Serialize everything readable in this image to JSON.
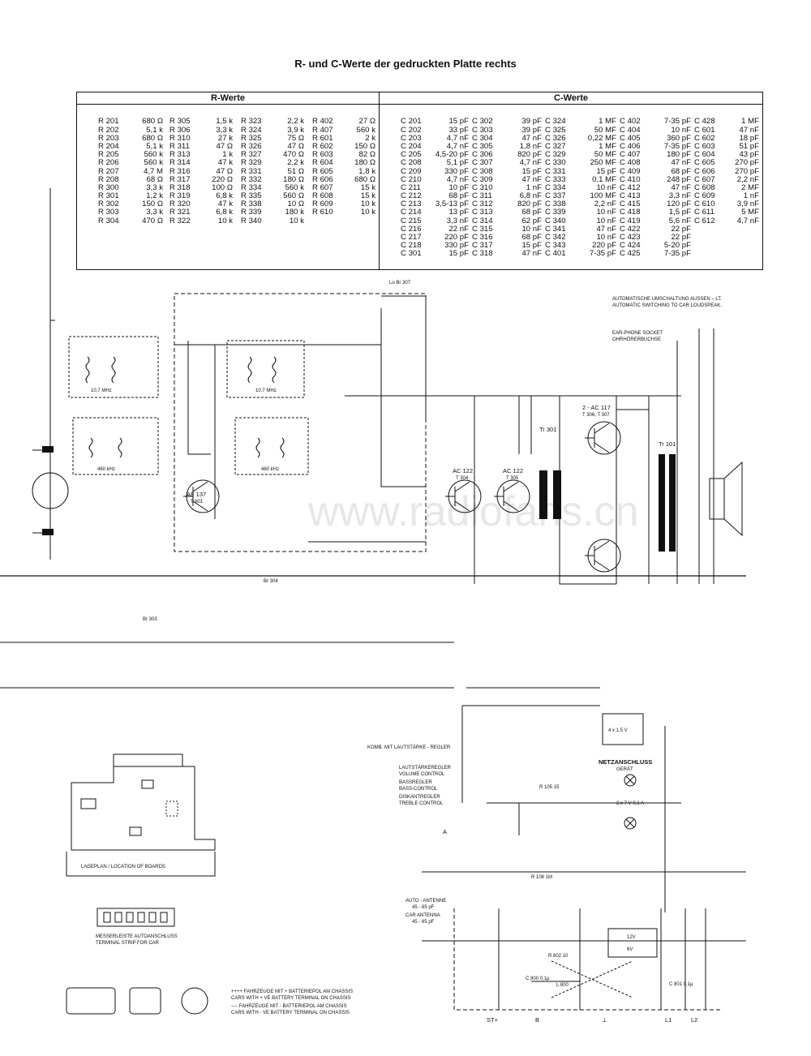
{
  "title": "R- und C-Werte der gedruckten Platte rechts",
  "r_header": "R-Werte",
  "c_header": "C-Werte",
  "r_values": {
    "c1_ref": [
      "R 201",
      "R 202",
      "R 203",
      "R 204",
      "R 205",
      "R 206",
      "R 207",
      "R 208",
      "R 300",
      "R 301",
      "R 302",
      "R 303",
      "R 304"
    ],
    "c1_val": [
      "680 Ω",
      "5,1 k",
      "680 Ω",
      "5,1 k",
      "560 k",
      "560 k",
      "4,7 M",
      "68 Ω",
      "3,3 k",
      "1,2 k",
      "150 Ω",
      "3,3 k",
      "470 Ω"
    ],
    "c2_ref": [
      "R 305",
      "R 306",
      "R 310",
      "R 311",
      "R 313",
      "R 314",
      "R 316",
      "R 317",
      "R 318",
      "R 319",
      "R 320",
      "R 321",
      "R 322"
    ],
    "c2_val": [
      "1,5 k",
      "3,3 k",
      "27 k",
      "47 Ω",
      "1 k",
      "47 k",
      "47 Ω",
      "220 Ω",
      "100 Ω",
      "6,8 k",
      "47 k",
      "6,8 k",
      "10 k"
    ],
    "c3_ref": [
      "R 323",
      "R 324",
      "R 325",
      "R 326",
      "R 327",
      "R 329",
      "R 331",
      "R 332",
      "R 334",
      "R 335",
      "R 338",
      "R 339",
      "R 340"
    ],
    "c3_val": [
      "2,2 k",
      "3,9 k",
      "75 Ω",
      "47 Ω",
      "470 Ω",
      "2,2 k",
      "51 Ω",
      "180 Ω",
      "560 k",
      "560 Ω",
      "10 Ω",
      "180 k",
      "10 k"
    ],
    "c4_ref": [
      "R 402",
      "R 407",
      "R 601",
      "R 602",
      "R 603",
      "R 604",
      "R 605",
      "R 606",
      "R 607",
      "R 608",
      "R 609",
      "R 610"
    ],
    "c4_val": [
      "27 Ω",
      "560 k",
      "2 k",
      "150 Ω",
      "82 Ω",
      "180 Ω",
      "1,8 k",
      "680 Ω",
      "15 k",
      "15 k",
      "10 k",
      "10 k"
    ]
  },
  "c_values": {
    "c1_ref": [
      "C 201",
      "C 202",
      "C 203",
      "C 204",
      "C 205",
      "C 208",
      "C 209",
      "C 210",
      "C 211",
      "C 212",
      "C 213",
      "C 214",
      "C 215",
      "C 216",
      "C 217",
      "C 218",
      "C 301"
    ],
    "c1_val": [
      "15 pF",
      "33 pF",
      "4,7 nF",
      "4,7 nF",
      "4,5-20 pF",
      "5,1 pF",
      "330 pF",
      "4,7 nF",
      "10 pF",
      "68 pF",
      "3,5-13 pF",
      "13 pF",
      "3,3 nF",
      "22 nF",
      "220 pF",
      "330 pF",
      "15 pF"
    ],
    "c2_ref": [
      "C 302",
      "C 303",
      "C 304",
      "C 305",
      "C 306",
      "C 307",
      "C 308",
      "C 309",
      "C 310",
      "C 311",
      "C 312",
      "C 313",
      "C 314",
      "C 315",
      "C 316",
      "C 317",
      "C 318"
    ],
    "c2_val": [
      "39 pF",
      "39 pF",
      "47 nF",
      "1,8 nF",
      "820 pF",
      "4,7 nF",
      "15 pF",
      "47 nF",
      "1 nF",
      "6,8 nF",
      "820 pF",
      "68 pF",
      "62 pF",
      "10 nF",
      "68 pF",
      "15 pF",
      "47 nF"
    ],
    "c3_ref": [
      "C 324",
      "C 325",
      "C 326",
      "C 327",
      "C 329",
      "C 330",
      "C 331",
      "C 333",
      "C 334",
      "C 337",
      "C 338",
      "C 339",
      "C 340",
      "C 341",
      "C 342",
      "C 343",
      "C 401"
    ],
    "c3_val": [
      "1 MF",
      "50 MF",
      "0,22 MF",
      "1 MF",
      "50 MF",
      "250 MF",
      "15 pF",
      "0,1 MF",
      "10 nF",
      "100 MF",
      "2,2 nF",
      "10 nF",
      "10 nF",
      "47 nF",
      "10 nF",
      "220 pF",
      "7-35 pF"
    ],
    "c4_ref": [
      "C 402",
      "C 404",
      "C 405",
      "C 406",
      "C 407",
      "C 408",
      "C 409",
      "C 410",
      "C 412",
      "C 413",
      "C 415",
      "C 418",
      "C 419",
      "C 422",
      "C 423",
      "C 424",
      "C 425"
    ],
    "c4_val": [
      "7-35 pF",
      "10 nF",
      "360 pF",
      "7-35 pF",
      "180 pF",
      "47 nF",
      "68 pF",
      "248 pF",
      "47 nF",
      "3,3 nF",
      "120 pF",
      "1,5 pF",
      "5,6 nF",
      "22 pF",
      "22 pF",
      "5-20 pF",
      "7-35 pF"
    ],
    "c5_ref": [
      "C 428",
      "C 601",
      "C 602",
      "C 603",
      "C 604",
      "C 605",
      "C 606",
      "C 607",
      "C 608",
      "C 609",
      "C 610",
      "C 611",
      "C 612"
    ],
    "c5_val": [
      "1 MF",
      "47 nF",
      "18 pF",
      "51 pF",
      "43 pF",
      "270 pF",
      "270 pF",
      "2,2 nF",
      "2 MF",
      "1 nF",
      "3,9 nF",
      "5 MF",
      "4,7 nF"
    ]
  },
  "schematic_labels": {
    "transistor_af137": "AF 137",
    "transistor_t601": "T 601",
    "transistor_ac122_a": "AC 122",
    "transistor_t304": "T 304",
    "transistor_ac122_b": "AC 122",
    "transistor_t305": "T 305",
    "transistor_ac117": "2 - AC 117",
    "transistor_t306": "T 306, T 307",
    "tr301": "Tr 301",
    "tr101": "Tr 101",
    "freq_107a": "10,7 MHz",
    "freq_107b": "10,7 MHz",
    "freq_460a": "460 kHz",
    "freq_460b": "460 kHz",
    "auto_switch_de": "AUTOMATISCHE UMSCHALTUNG AUSSEN – LT.",
    "auto_switch_en": "AUTOMATIC SWITCHING TO CAR LOUDSPEAK.",
    "earphone_en": "EAR-PHONE SOCKET",
    "earphone_de": "OHRHÖRERBUCHSE",
    "komb": "KOMB. MIT LAUTSTÄRKE - REGLER",
    "legend_l_de": "LAUTSTÄRKEREGLER",
    "legend_l_en": "VOLUME CONTROL",
    "legend_b_de": "BASSREGLER",
    "legend_b_en": "BASS-CONTROL",
    "legend_h_de": "DISKANTREGLER",
    "legend_h_en": "TREBLE CONTROL",
    "netz_de": "NETZANSCHLUSS",
    "netz_de2": "GERÄT",
    "lageplan": "LAGEPLAN / LOCATION OF BOARDS",
    "messer_de": "MESSERLEISTE  AUTOANSCHLUSS",
    "messer_en": "TERMINAL STRIP FOR CAR",
    "auto_ant": "AUTO - ANTENNE",
    "auto_ant_val": "45 - 65 pF",
    "car_ant": "CAR ANTENNA",
    "car_ant_val": "45 - 65 pF",
    "note1_de": "++++ FAHRZEUGE MIT + BATTERIEPOL AM CHASSIS",
    "note1_en": "CARS WITH + VE BATTERY TERMINAL ON CHASSIS",
    "note2_de": "---- FAHRZEUGE MIT - BATTERIEPOL AM CHASSIS",
    "note2_en": "CARS WITH - VE BATTERY TERMINAL ON CHASSIS",
    "lo_br": "Lo Br 307",
    "br303": "Br 303",
    "br304": "Br 304",
    "batt": "4 x 1,5 V",
    "lamp": "2 x 7 V 0,1 A",
    "r106": "R 106 1M",
    "r105": "R 105 15",
    "r802": "R 802 10",
    "l800": "L 800",
    "c800": "C 800 0,1μ",
    "c801": "C 801 0,1μ",
    "v12": "12V",
    "v6": "6V",
    "term_st": "ST+",
    "term_b": "B",
    "term_gnd": "⊥",
    "term_l1": "L1",
    "term_l2": "L2",
    "antenna_a": "A",
    "watermark": "www.radiofans.cn"
  },
  "colors": {
    "ink": "#111111",
    "paper": "#ffffff"
  }
}
